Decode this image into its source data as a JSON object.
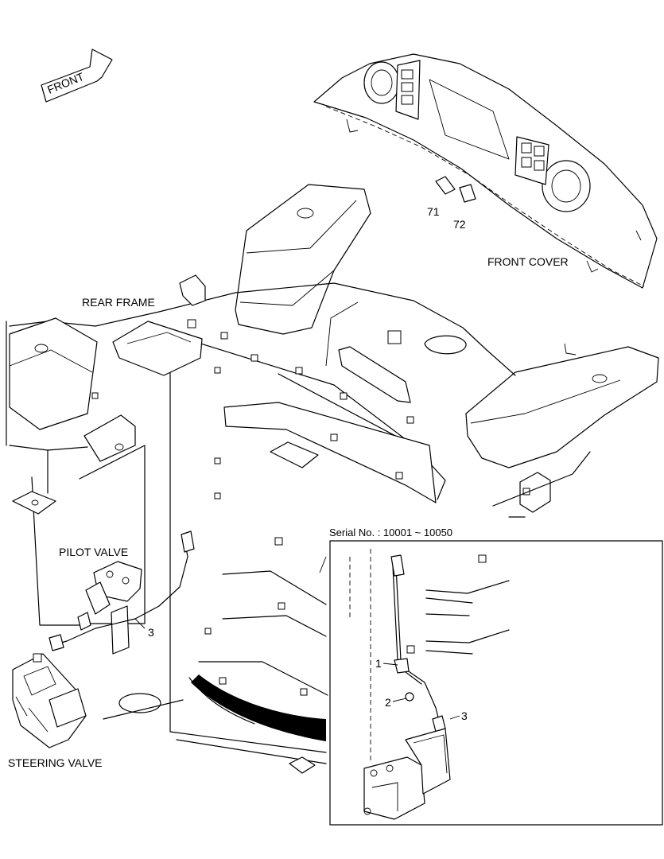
{
  "front_arrow": {
    "label": "FRONT"
  },
  "labels": {
    "front_cover": "FRONT COVER",
    "rear_frame": "REAR FRAME",
    "pilot_valve": "PILOT VALVE",
    "steering_valve": "STEERING VALVE"
  },
  "callouts": {
    "part_71": "71",
    "part_72": "72",
    "part_3_main": "3"
  },
  "inset": {
    "title": "Serial No. : 10001 ~ 10050",
    "callout_1": "1",
    "callout_2": "2",
    "callout_3": "3"
  }
}
